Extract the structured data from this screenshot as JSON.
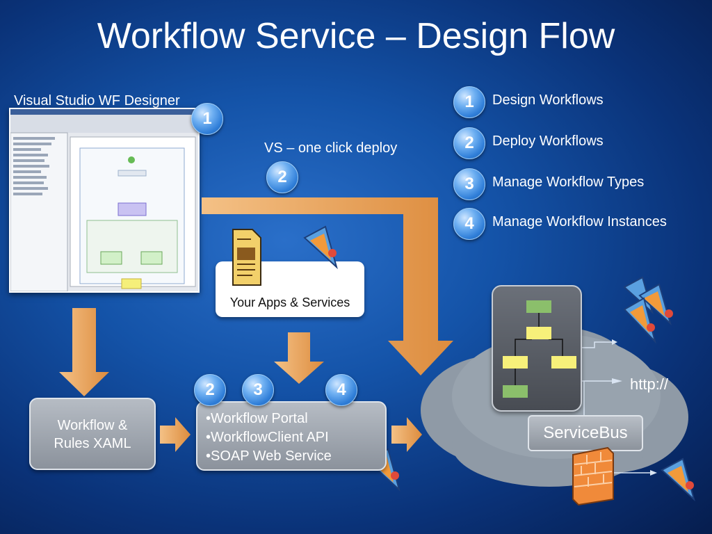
{
  "title": "Workflow Service – Design Flow",
  "labels": {
    "designer": "Visual Studio WF Designer",
    "deploy": "VS – one click deploy",
    "apps": "Your Apps & Services",
    "xaml": "Workflow & Rules XAML",
    "portal_items": [
      "•Workflow Portal",
      "•WorkflowClient API",
      "•SOAP Web Service"
    ],
    "servicebus": "ServiceBus",
    "http": "http://"
  },
  "markers": {
    "designer": "1",
    "deploy": "2",
    "portal": [
      "2",
      "3",
      "4"
    ]
  },
  "legend": [
    {
      "num": "1",
      "text": "Design Workflows"
    },
    {
      "num": "2",
      "text": "Deploy Workflows"
    },
    {
      "num": "3",
      "text": "Manage Workflow Types"
    },
    {
      "num": "4",
      "text": "Manage Workflow Instances"
    }
  ],
  "colors": {
    "arrow": "#e9a55c",
    "badge": "#3a86dc",
    "flow_green": "#8bbf6b",
    "flow_yellow": "#f7f07a",
    "firewall": "#f08a3a"
  },
  "icons": [
    "document-icon",
    "workflow-service-icon",
    "firewall-icon",
    "cloud-icon"
  ]
}
